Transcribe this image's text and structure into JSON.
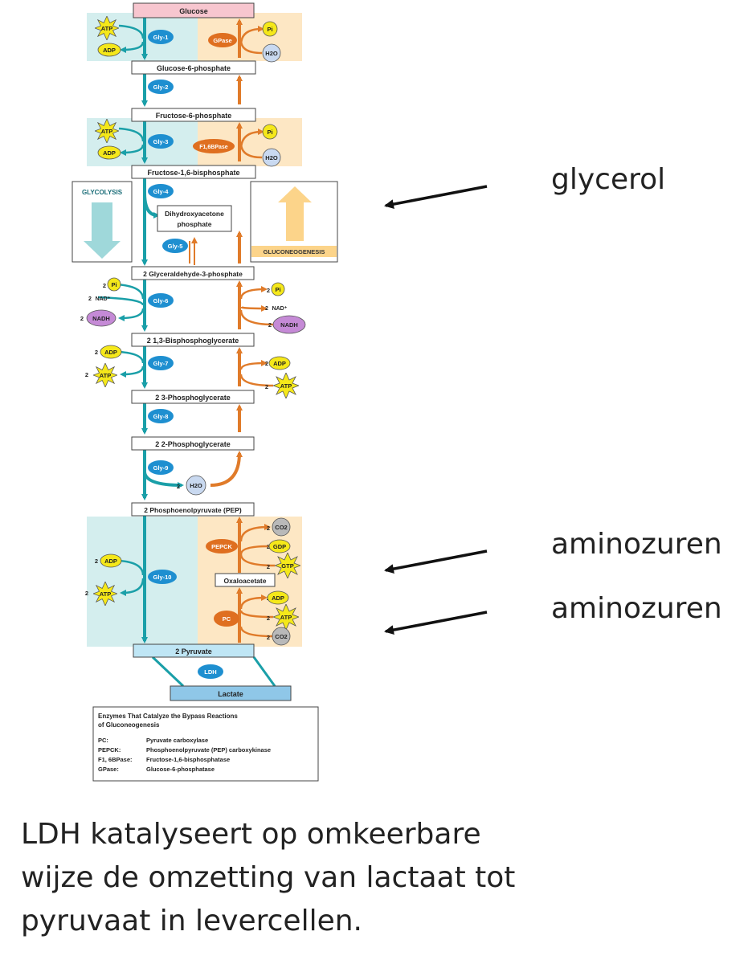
{
  "metabolites": {
    "glucose": "Glucose",
    "g6p": "Glucose-6-phosphate",
    "f6p": "Fructose-6-phosphate",
    "f16bp": "Fructose-1,6-bisphosphate",
    "dhap_1": "Dihydroxyacetone",
    "dhap_2": "phosphate",
    "gap": "2 Glyceraldehyde-3-phosphate",
    "bpg": "2 1,3-Bisphosphoglycerate",
    "pg3": "2 3-Phosphoglycerate",
    "pg2": "2 2-Phosphoglycerate",
    "pep": "2 Phosphoenolpyruvate (PEP)",
    "oaa": "Oxaloacetate",
    "pyruvate": "2 Pyruvate",
    "lactate": "Lactate"
  },
  "enzymes": {
    "gly1": "Gly-1",
    "gly2": "Gly-2",
    "gly3": "Gly-3",
    "gly4": "Gly-4",
    "gly5": "Gly-5",
    "gly6": "Gly-6",
    "gly7": "Gly-7",
    "gly8": "Gly-8",
    "gly9": "Gly-9",
    "gly10": "Gly-10",
    "gpase": "GPase",
    "f16bpase": "F1,6BPase",
    "pepck": "PEPCK",
    "pc": "PC",
    "ldh": "LDH"
  },
  "cofactors": {
    "atp": "ATP",
    "adp": "ADP",
    "pi": "Pi",
    "h2o": "H2O",
    "nad": "NAD⁺",
    "nadh": "NADH",
    "gdp": "GDP",
    "gtp": "GTP",
    "co2": "CO2",
    "two": "2"
  },
  "pathways": {
    "glycolysis": "GLYCOLYSIS",
    "gluconeogenesis": "GLUCONEOGENESIS"
  },
  "enzyme_table": {
    "title_1": "Enzymes That Catalyze the Bypass Reactions",
    "title_2": "of Gluconeogenesis",
    "rows": [
      {
        "abbr": "PC:",
        "name": "Pyruvate carboxylase"
      },
      {
        "abbr": "PEPCK:",
        "name": "Phosphoenolpyruvate (PEP) carboxykinase"
      },
      {
        "abbr": "F1, 6BPase:",
        "name": "Fructose-1,6-bisphosphatase"
      },
      {
        "abbr": "GPase:",
        "name": "Glucose-6-phosphatase"
      }
    ]
  },
  "annotations": {
    "glycerol": "glycerol",
    "amino1": "aminozuren",
    "amino2": "aminozuren"
  },
  "caption": [
    "LDH katalyseert op omkeerbare",
    "wijze de omzetting van lactaat tot",
    "pyruvaat in levercellen."
  ],
  "colors": {
    "teal": "#1a9fa8",
    "teal_bg": "#d4eeee",
    "orange": "#e07b2a",
    "orange_bg": "#fde7c4",
    "enzyme_blue": "#1e8fd0",
    "enzyme_orange": "#df6f20",
    "atp_yellow": "#f5e81a",
    "nadh_purple": "#c58ad6",
    "gray_circle": "#b9b9b9",
    "h2o_blue": "#c9d9f0",
    "pyruvate_box": "#bfe6f5",
    "lactate_box": "#8fc7e8",
    "glucose_box": "#f7c6cf"
  }
}
